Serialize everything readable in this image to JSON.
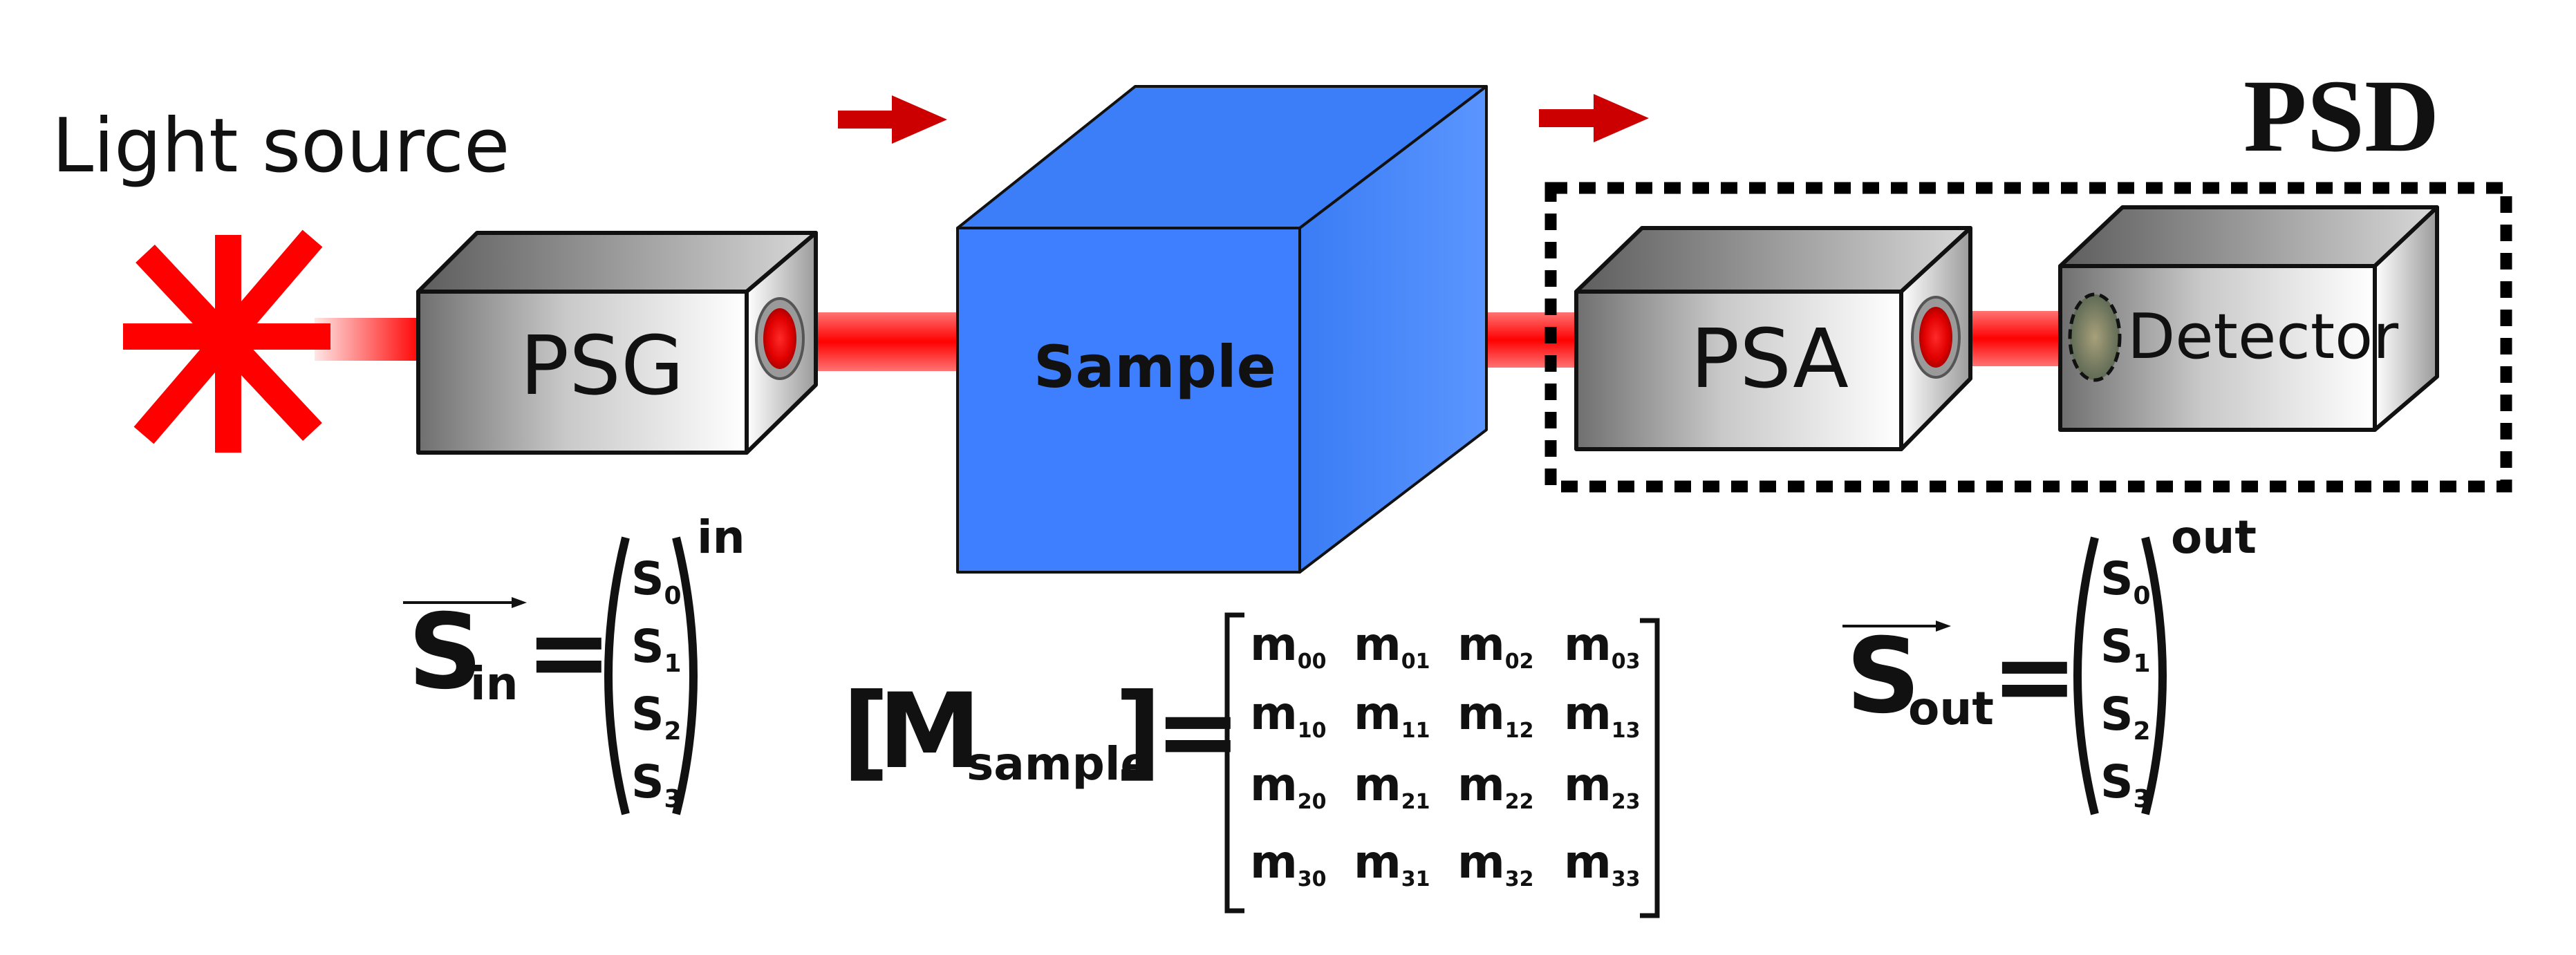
{
  "labels": {
    "light_source": "Light source",
    "psg": "PSG",
    "sample": "Sample",
    "psa": "PSA",
    "detector": "Detector",
    "psd": "PSD"
  },
  "equations": {
    "s_in": {
      "symbol": "S",
      "subscript": "in",
      "equals": "=",
      "superscript": "in",
      "components": [
        "S0",
        "S1",
        "S2",
        "S3"
      ]
    },
    "m_sample": {
      "symbol": "M",
      "subscript": "sample",
      "equals": "=",
      "rows": [
        [
          "m00",
          "m01",
          "m02",
          "m03"
        ],
        [
          "m10",
          "m11",
          "m12",
          "m13"
        ],
        [
          "m20",
          "m21",
          "m22",
          "m23"
        ],
        [
          "m30",
          "m31",
          "m32",
          "m33"
        ]
      ]
    },
    "s_out": {
      "symbol": "S",
      "subscript": "out",
      "equals": "=",
      "superscript": "out",
      "components": [
        "S0",
        "S1",
        "S2",
        "S3"
      ]
    }
  },
  "colors": {
    "beam": "#ff0000",
    "arrow": "#cc0000",
    "sample_front": "#3d7fff",
    "sample_top": "#3b7ef8",
    "sample_side": "#4f8ffe",
    "box_edge": "#111111",
    "psd_border": "#000000"
  }
}
